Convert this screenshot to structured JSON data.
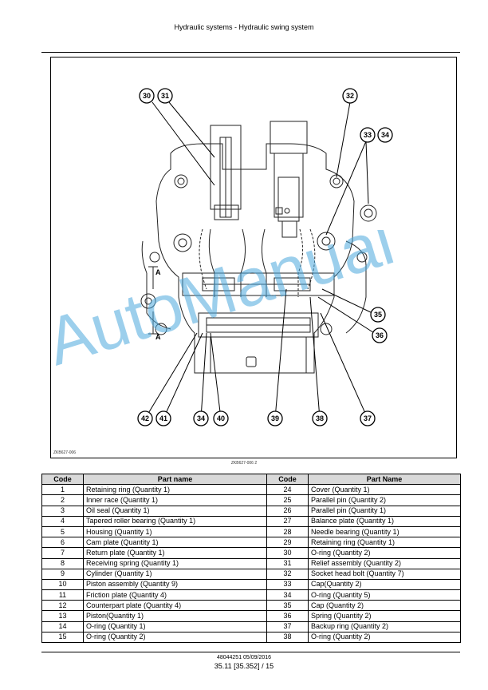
{
  "header": {
    "title": "Hydraulic systems - Hydraulic swing system"
  },
  "figure": {
    "code": "ZKB627-006",
    "caption": "ZKB627-006    2",
    "section_labels": [
      "A",
      "A"
    ],
    "callouts": [
      "30",
      "31",
      "32",
      "33",
      "34",
      "35",
      "36",
      "42",
      "41",
      "34",
      "40",
      "39",
      "38",
      "37"
    ]
  },
  "watermark": {
    "text": "AutoManual",
    "color": "#4aa8dc"
  },
  "table": {
    "headers": [
      "Code",
      "Part name",
      "Code",
      "Part Name"
    ],
    "rows": [
      [
        "1",
        "Retaining ring (Quantity 1)",
        "24",
        "Cover (Quantity 1)"
      ],
      [
        "2",
        "Inner race (Quantity 1)",
        "25",
        "Parallel pin (Quantity 2)"
      ],
      [
        "3",
        "Oil seal (Quantity 1)",
        "26",
        "Parallel pin (Quantity 1)"
      ],
      [
        "4",
        "Tapered roller bearing (Quantity 1)",
        "27",
        "Balance plate (Quantity 1)"
      ],
      [
        "5",
        "Housing (Quantity 1)",
        "28",
        "Needle bearing (Quantity 1)"
      ],
      [
        "6",
        "Cam plate (Quantity 1)",
        "29",
        "Retaining ring (Quantity 1)"
      ],
      [
        "7",
        "Return plate (Quantity 1)",
        "30",
        "O-ring (Quantity 2)"
      ],
      [
        "8",
        "Receiving spring (Quantity 1)",
        "31",
        "Relief assembly (Quantity 2)"
      ],
      [
        "9",
        "Cylinder (Quantity 1)",
        "32",
        "Socket head bolt (Quantity 7)"
      ],
      [
        "10",
        "Piston assembly (Quantity 9)",
        "33",
        "Cap(Quantity 2)"
      ],
      [
        "11",
        "Friction plate (Quantity 4)",
        "34",
        "O-ring (Quantity 5)"
      ],
      [
        "12",
        "Counterpart plate (Quantity 4)",
        "35",
        "Cap (Quantity 2)"
      ],
      [
        "13",
        "Piston(Quantity 1)",
        "36",
        "Spring (Quantity 2)"
      ],
      [
        "14",
        "O-ring (Quantity 1)",
        "37",
        "Backup ring (Quantity 2)"
      ],
      [
        "15",
        "O-ring (Quantity 2)",
        "38",
        "O-ring (Quantity 2)"
      ]
    ]
  },
  "footer": {
    "doc_id": "48044251 05/09/2016",
    "page": "35.11 [35.352] / 15"
  }
}
